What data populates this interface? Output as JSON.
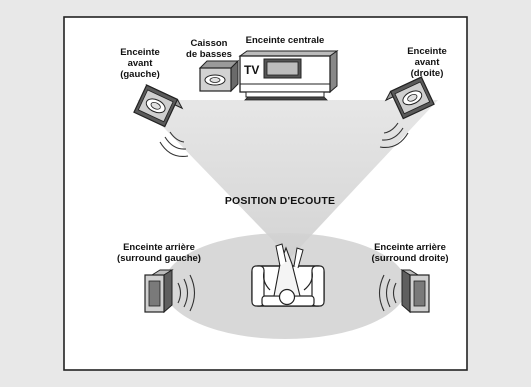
{
  "labels": {
    "front_left": [
      "Enceinte",
      "avant",
      "(gauche)"
    ],
    "subwoofer": [
      "Caisson",
      "de basses"
    ],
    "center": "Enceinte centrale",
    "front_right": [
      "Enceinte",
      "avant",
      "(droite)"
    ],
    "listening_position": "POSITION D'ECOUTE",
    "rear_left": [
      "Enceinte arrière",
      "(surround gauche)"
    ],
    "rear_right": [
      "Enceinte arrière",
      "(surround droite)"
    ],
    "tv": "TV"
  },
  "colors": {
    "background": "#e8e8e8",
    "panel": "#ffffff",
    "border": "#222222",
    "cone": "#d6d6d6",
    "floor": "#d9d9d9",
    "speaker_dark": "#555555",
    "speaker_light": "#bdbdbd"
  }
}
